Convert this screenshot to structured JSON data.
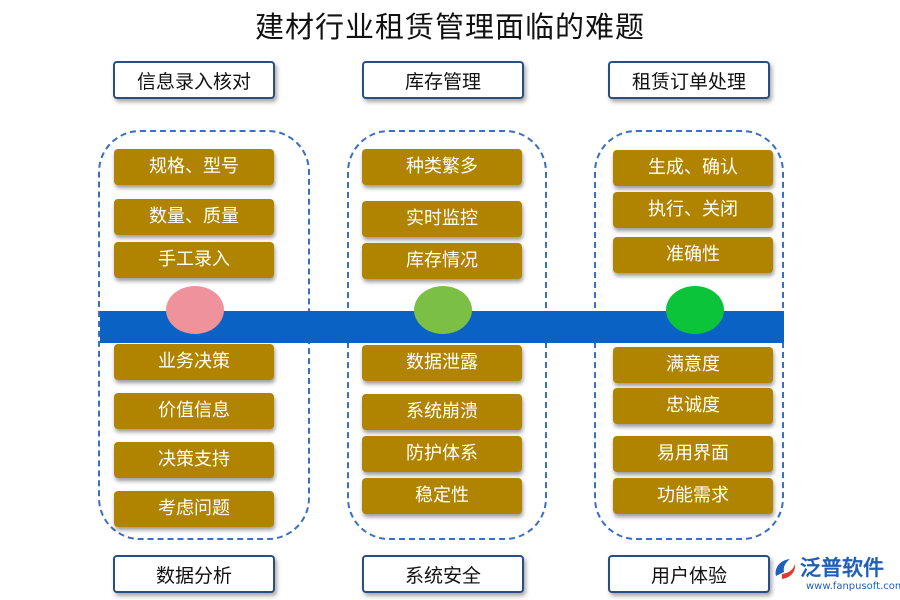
{
  "title": "建材行业租赁管理面临的难题",
  "columns": [
    {
      "header": "信息录入核对",
      "footer": "数据分析",
      "dot_color": "#f0929b",
      "top_items": [
        "规格、型号",
        "数量、质量",
        "手工录入"
      ],
      "bottom_items": [
        "业务决策",
        "价值信息",
        "决策支持",
        "考虑问题"
      ]
    },
    {
      "header": "库存管理",
      "footer": "系统安全",
      "dot_color": "#7bbf44",
      "top_items": [
        "种类繁多",
        "实时监控",
        "库存情况"
      ],
      "bottom_items": [
        "数据泄露",
        "系统崩溃",
        "防护体系",
        "稳定性"
      ]
    },
    {
      "header": "租赁订单处理",
      "footer": "用户体验",
      "dot_color": "#0cc43a",
      "top_items": [
        "生成、确认",
        "执行、关闭",
        "准确性"
      ],
      "bottom_items": [
        "满意度",
        "忠诚度",
        "易用界面",
        "功能需求"
      ]
    }
  ],
  "colors": {
    "item_bg": "#b08400",
    "band": "#0a63c4",
    "box_border": "#2a4d86",
    "group_border": "#3a6fc4"
  },
  "logo": {
    "name": "泛普软件",
    "url": "www.fanpusoft.com",
    "icon": "fanpu-logo-icon"
  }
}
